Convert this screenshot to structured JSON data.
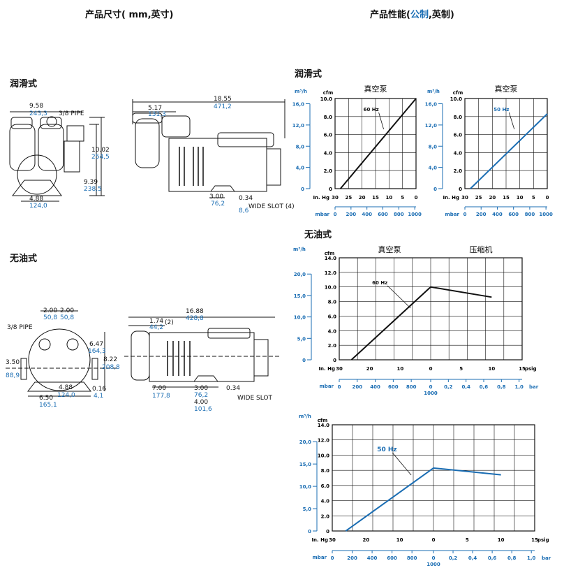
{
  "header": {
    "dims_title_prefix": "产品尺寸(",
    "dims_title_units": "mm,英寸)",
    "perf_title_prefix": "产品性能(",
    "perf_title_metric": "公制",
    "perf_title_suffix": ",英制)"
  },
  "left": {
    "lubricated_label": "润滑式",
    "oilfree_label": "无油式",
    "drawing1": {
      "w_in": "9.58",
      "w_mm": "243,3",
      "pipe": "3/8 PIPE",
      "h1_in": "10.02",
      "h1_mm": "254,5",
      "h2_in": "9.39",
      "h2_mm": "238,5",
      "base_in": "4.88",
      "base_mm": "124,0"
    },
    "drawing2": {
      "total_in": "18.55",
      "total_mm": "471,2",
      "left_in": "5.17",
      "left_mm": "131,3",
      "s1_in": "3.00",
      "s1_mm": "76,2",
      "slot_in": "0.34",
      "slot_mm": "8,6",
      "slot_label": "WIDE SLOT (4)"
    },
    "drawing3": {
      "d1_in": "2.00",
      "d1_mm": "50,8",
      "d2_in": "2.00",
      "d2_mm": "50,8",
      "pipe": "3/8 PIPE",
      "h_in": "6.47",
      "h_mm": "164,3",
      "h2_in": "8.22",
      "h2_mm": "208,8",
      "l_in": "3.50",
      "l_mm": "88,9",
      "b1_in": "4.88",
      "b1_mm": "124,0",
      "b2_in": "6.50",
      "b2_mm": "165,1",
      "f_in": "0.16",
      "f_mm": "4,1"
    },
    "drawing4": {
      "total_in": "16.88",
      "total_mm": "428,8",
      "t_in": "1.74",
      "t_mm": "44,2",
      "t_count": "(2)",
      "a_in": "7.00",
      "a_mm": "177,8",
      "b_in": "3.00",
      "b_mm": "76,2",
      "c_in": "4.00",
      "c_mm": "101,6",
      "slot_in": "0.34",
      "slot_label": "WIDE SLOT"
    }
  },
  "right": {
    "lubricated_label": "润滑式",
    "oilfree_label": "无油式",
    "unit_m3h": "m³/h",
    "unit_cfm": "cfm",
    "unit_inhg": "In. Hg",
    "unit_mbar": "mbar",
    "unit_psig": "psig",
    "unit_bar": "bar",
    "vacuum_label": "真空泵",
    "compressor_label": "压缩机"
  },
  "chart_data": [
    {
      "type": "line",
      "title": "真空泵",
      "ylabel": "cfm",
      "ylabel2": "m³/h",
      "xlabel": "In. Hg",
      "xlabel2": "mbar",
      "xlim": [
        30,
        0
      ],
      "ylim": [
        0,
        10
      ],
      "x_ticks": [
        "30",
        "25",
        "20",
        "15",
        "10",
        "5",
        "0"
      ],
      "x2_ticks": [
        "0",
        "200",
        "400",
        "600",
        "800",
        "1000"
      ],
      "y_ticks": [
        "0",
        "2.0",
        "4.0",
        "6.0",
        "8.0",
        "10.0"
      ],
      "y2_ticks": [
        "0",
        "4,0",
        "8,0",
        "12,0",
        "16,0"
      ],
      "color": "#111111",
      "series": [
        {
          "name": "60 Hz",
          "x": [
            28,
            0
          ],
          "y": [
            0,
            10
          ]
        }
      ]
    },
    {
      "type": "line",
      "title": "真空泵",
      "ylabel": "cfm",
      "ylabel2": "m³/h",
      "xlabel": "In. Hg",
      "xlabel2": "mbar",
      "xlim": [
        30,
        0
      ],
      "ylim": [
        0,
        10
      ],
      "x_ticks": [
        "30",
        "25",
        "20",
        "15",
        "10",
        "5",
        "0"
      ],
      "x2_ticks": [
        "0",
        "200",
        "400",
        "600",
        "800",
        "1000"
      ],
      "y_ticks": [
        "0",
        "2.0",
        "4.0",
        "6.0",
        "8.0",
        "10.0"
      ],
      "y2_ticks": [
        "0",
        "4,0",
        "8,0",
        "12,0",
        "16,0"
      ],
      "color": "#1a6db3",
      "series": [
        {
          "name": "50 Hz",
          "x": [
            28,
            0
          ],
          "y": [
            0,
            8.3
          ]
        }
      ]
    },
    {
      "type": "line",
      "title": "真空泵",
      "title2": "压缩机",
      "ylabel": "cfm",
      "ylabel2": "m³/h",
      "xlabel": "In. Hg",
      "xlabel3": "psig",
      "xlabel2": "mbar",
      "xlabel4": "bar",
      "ylim": [
        0,
        14
      ],
      "x_ticks": [
        "30",
        "20",
        "10",
        "0",
        "5",
        "10",
        "15"
      ],
      "x2_ticks": [
        "0",
        "200",
        "400",
        "600",
        "800",
        "0",
        "0,2",
        "0,4",
        "0,6",
        "0,8",
        "1,0"
      ],
      "x2_extra": "1000",
      "y_ticks": [
        "0",
        "2.0",
        "4.0",
        "6.0",
        "8.0",
        "10.0",
        "12.0",
        "14.0"
      ],
      "y2_ticks": [
        "0",
        "5,0",
        "10,0",
        "15,0",
        "20,0"
      ],
      "color": "#111111",
      "series": [
        {
          "name": "60 Hz",
          "x": [
            -26,
            0,
            10
          ],
          "y": [
            0,
            10,
            8.6
          ]
        }
      ]
    },
    {
      "type": "line",
      "ylabel": "cfm",
      "ylabel2": "m³/h",
      "xlabel": "In. Hg",
      "xlabel3": "psig",
      "xlabel2": "mbar",
      "xlabel4": "bar",
      "ylim": [
        0,
        14
      ],
      "x_ticks": [
        "30",
        "20",
        "10",
        "0",
        "5",
        "10",
        "15"
      ],
      "x2_ticks": [
        "0",
        "200",
        "400",
        "600",
        "800",
        "0",
        "0,2",
        "0,4",
        "0,6",
        "0,8",
        "1,0"
      ],
      "x2_extra": "1000",
      "y_ticks": [
        "0",
        "2.0",
        "4.0",
        "6.0",
        "8.0",
        "10.0",
        "12.0",
        "14.0"
      ],
      "y2_ticks": [
        "0",
        "5,0",
        "10,0",
        "15,0",
        "20,0"
      ],
      "color": "#1a6db3",
      "series": [
        {
          "name": "50 Hz",
          "x": [
            -26,
            0,
            10
          ],
          "y": [
            0,
            8.3,
            7.4
          ]
        }
      ]
    }
  ]
}
